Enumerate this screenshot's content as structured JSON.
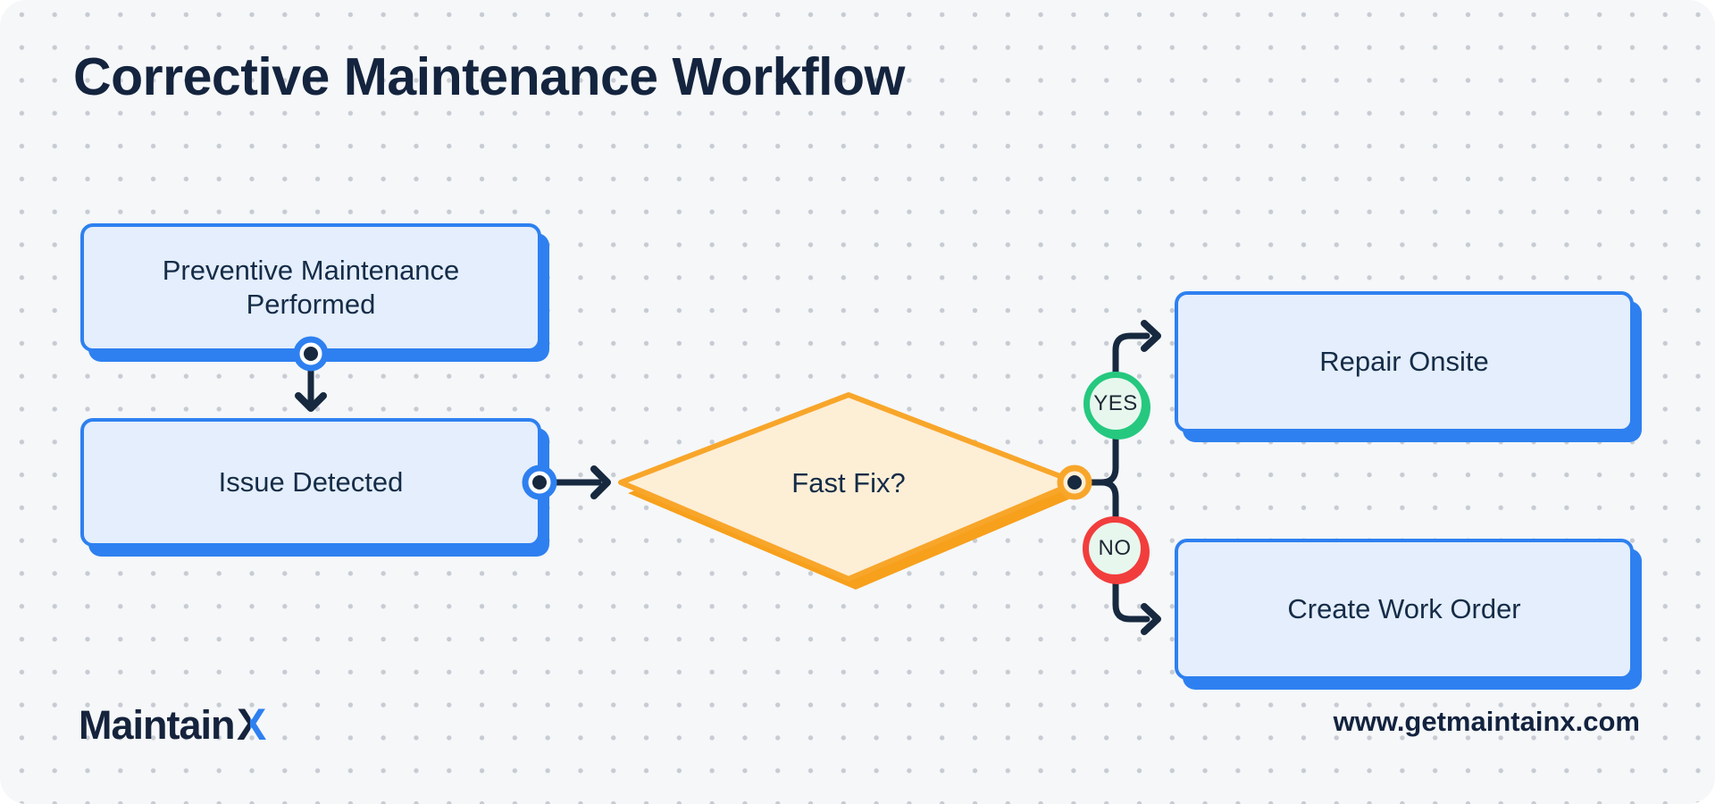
{
  "page": {
    "title": "Corrective Maintenance Workflow",
    "website_url": "www.getmaintainx.com"
  },
  "brand": {
    "name": "MaintainX",
    "prefix": "Maintain",
    "suffix": "X"
  },
  "flow": {
    "nodes": [
      {
        "id": "preventive-maintenance",
        "type": "process",
        "label": "Preventive Maintenance Performed"
      },
      {
        "id": "issue-detected",
        "type": "process",
        "label": "Issue Detected"
      },
      {
        "id": "fast-fix",
        "type": "decision",
        "label": "Fast Fix?"
      },
      {
        "id": "repair-onsite",
        "type": "process",
        "label": "Repair Onsite"
      },
      {
        "id": "create-work-order",
        "type": "process",
        "label": "Create Work Order"
      }
    ],
    "edges": [
      {
        "from": "preventive-maintenance",
        "to": "issue-detected",
        "label": ""
      },
      {
        "from": "issue-detected",
        "to": "fast-fix",
        "label": ""
      },
      {
        "from": "fast-fix",
        "to": "repair-onsite",
        "label": "YES"
      },
      {
        "from": "fast-fix",
        "to": "create-work-order",
        "label": "NO"
      }
    ]
  },
  "colors": {
    "background": "#f5f7f9",
    "dot_grid": "#c7cbd2",
    "process_fill": "#e4eefc",
    "process_border": "#2e80f0",
    "decision_fill": "#fdeed6",
    "decision_border": "#f8a62a",
    "connector": "#17293f",
    "text_navy": "#152c47",
    "yes_green": "#25c87e",
    "no_red": "#f23d3d",
    "badge_fill": "#e7f7ee",
    "brand_blue": "#2e80f0",
    "brand_navy": "#15233d"
  }
}
